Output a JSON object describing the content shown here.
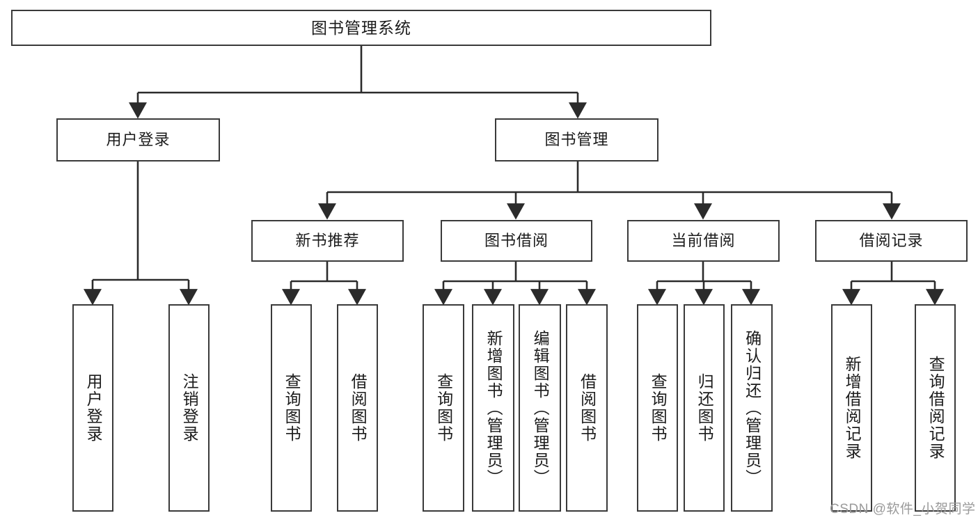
{
  "diagram": {
    "type": "tree",
    "title": "图书管理系统",
    "root": {
      "label": "图书管理系统"
    },
    "level1": [
      {
        "id": "user-login",
        "label": "用户登录"
      },
      {
        "id": "book-management",
        "label": "图书管理"
      }
    ],
    "level2": [
      {
        "id": "new-book-recommend",
        "label": "新书推荐",
        "parent": "book-management"
      },
      {
        "id": "book-borrow",
        "label": "图书借阅",
        "parent": "book-management"
      },
      {
        "id": "current-borrow",
        "label": "当前借阅",
        "parent": "book-management"
      },
      {
        "id": "borrow-record",
        "label": "借阅记录",
        "parent": "book-management"
      }
    ],
    "leaves": {
      "user-login": [
        {
          "id": "leaf-user-login",
          "label": "用户登录"
        },
        {
          "id": "leaf-logout",
          "label": "注销登录"
        }
      ],
      "new-book-recommend": [
        {
          "id": "leaf-query-book-1",
          "label": "查询图书"
        },
        {
          "id": "leaf-borrow-book-1",
          "label": "借阅图书"
        }
      ],
      "book-borrow": [
        {
          "id": "leaf-query-book-2",
          "label": "查询图书"
        },
        {
          "id": "leaf-add-book",
          "label": "新增图书（管理员）"
        },
        {
          "id": "leaf-edit-book",
          "label": "编辑图书（管理员）"
        },
        {
          "id": "leaf-borrow-book-2",
          "label": "借阅图书"
        }
      ],
      "current-borrow": [
        {
          "id": "leaf-query-book-3",
          "label": "查询图书"
        },
        {
          "id": "leaf-return-book",
          "label": "归还图书"
        },
        {
          "id": "leaf-confirm-return",
          "label": "确认归还（管理员）"
        }
      ],
      "borrow-record": [
        {
          "id": "leaf-add-record",
          "label": "新增借阅记录"
        },
        {
          "id": "leaf-query-record",
          "label": "查询借阅记录"
        }
      ]
    }
  },
  "watermark": {
    "text": "CSDN @软件_小贺同学"
  },
  "colors": {
    "box_border": "#3a3a3a",
    "box_fill": "#ffffff",
    "connector": "#2b2b2b",
    "text": "#1b1b1b",
    "watermark": "#9a9a9a"
  }
}
